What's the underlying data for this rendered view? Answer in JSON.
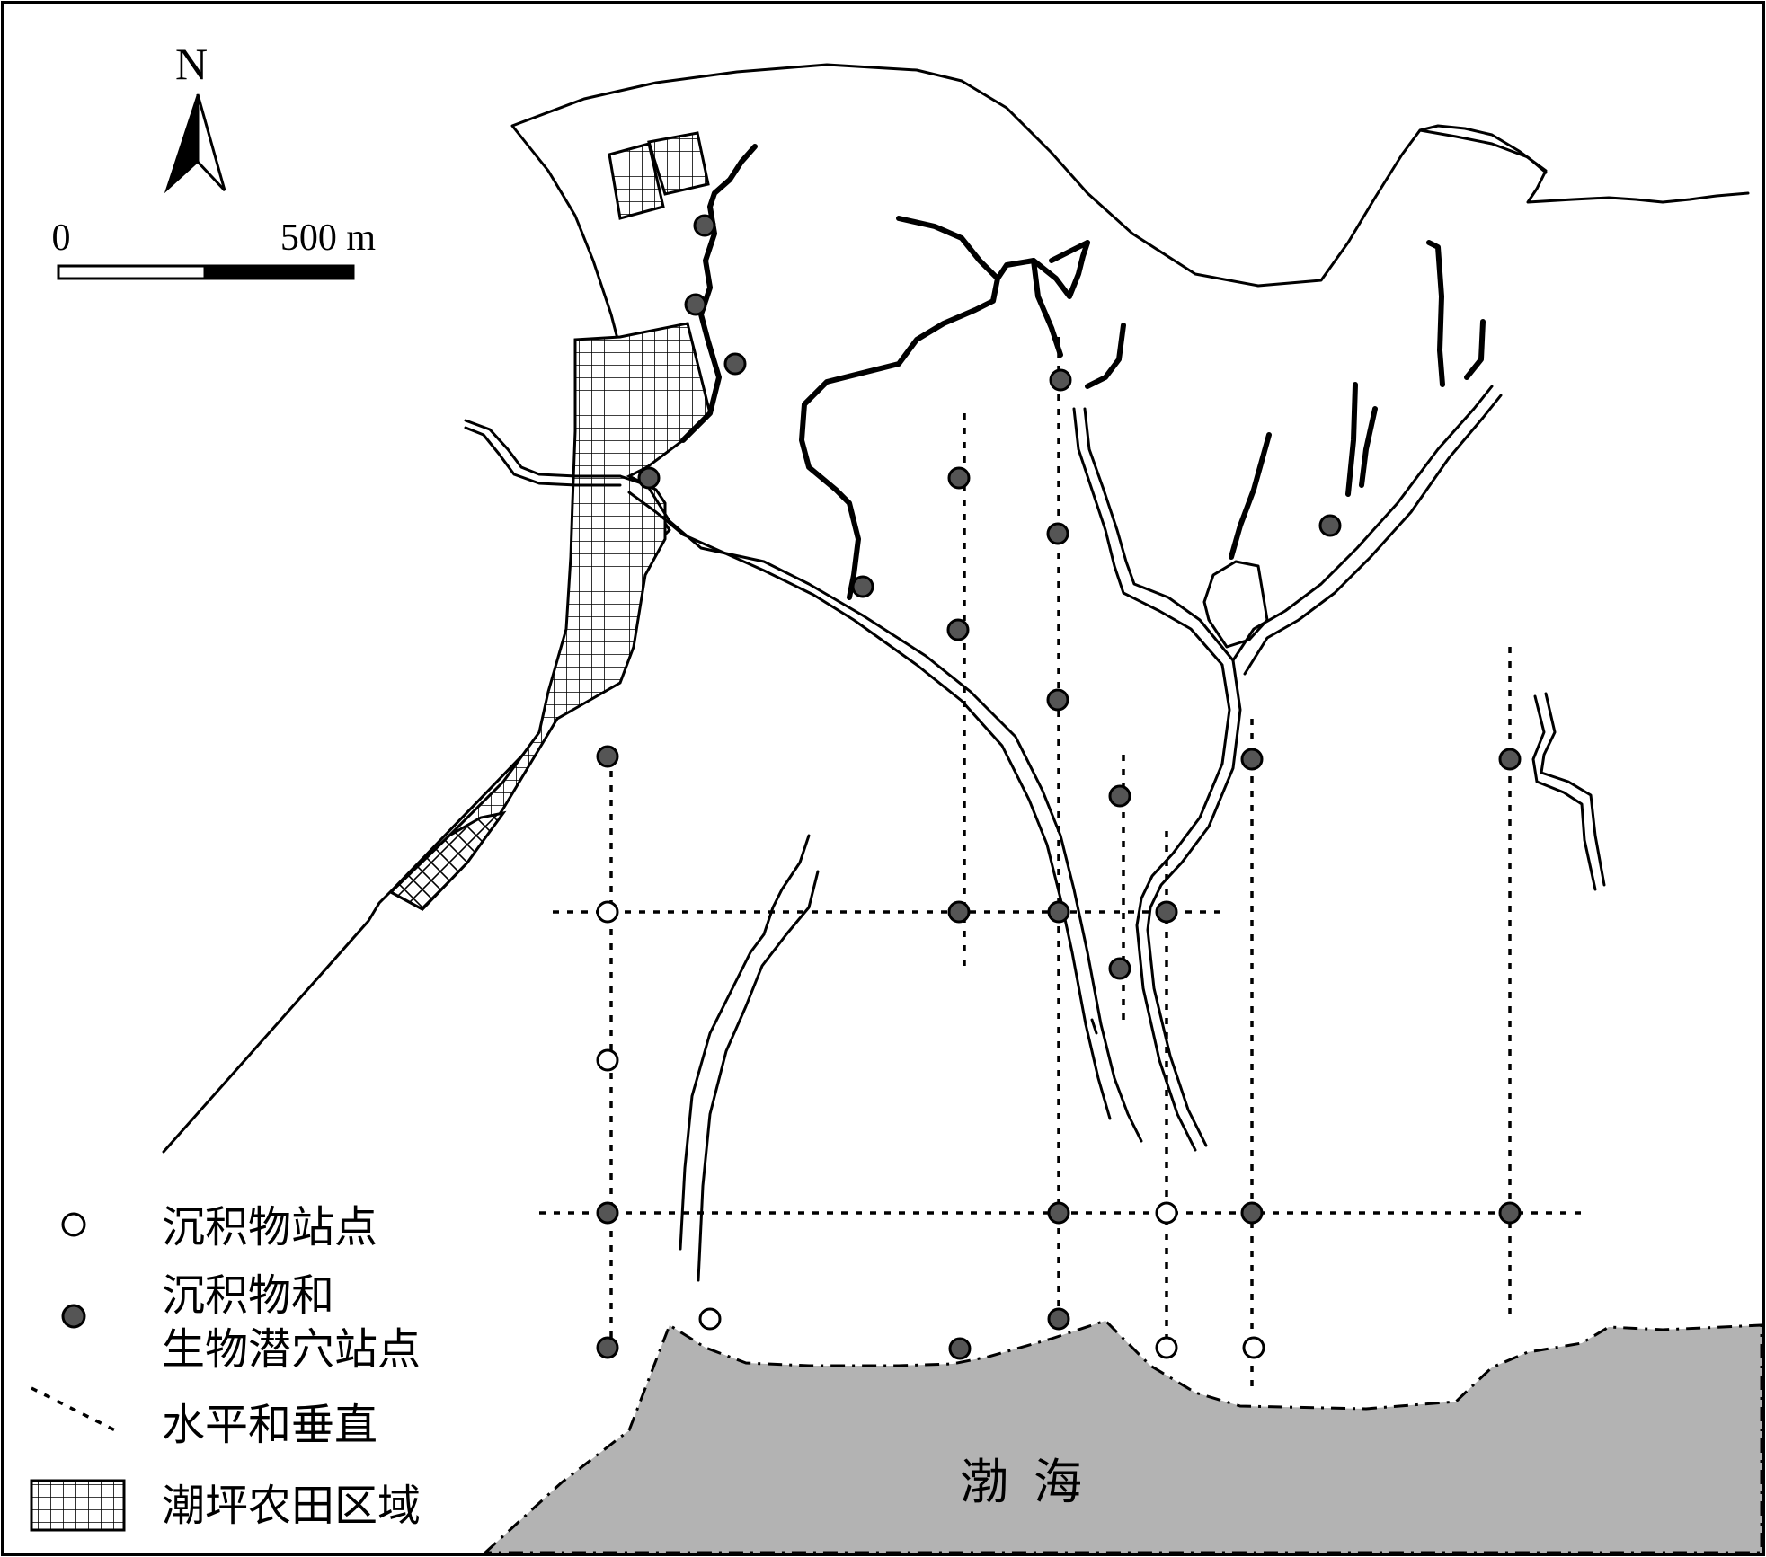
{
  "north": {
    "label": "N",
    "icon": "north-arrow-icon"
  },
  "scale": {
    "start_label": "0",
    "end_label": "500 m"
  },
  "legend": {
    "sediment_site": "沉积物站点",
    "sediment_burrow_site_line1": "沉积物和",
    "sediment_burrow_site_line2": "生物潜穴站点",
    "transect": "水平和垂直",
    "farmland": "潮坪农田区域"
  },
  "sea_label": "渤海",
  "colors": {
    "sea": "#b3b3b3",
    "filled_site": "#555555",
    "line": "#000000"
  }
}
